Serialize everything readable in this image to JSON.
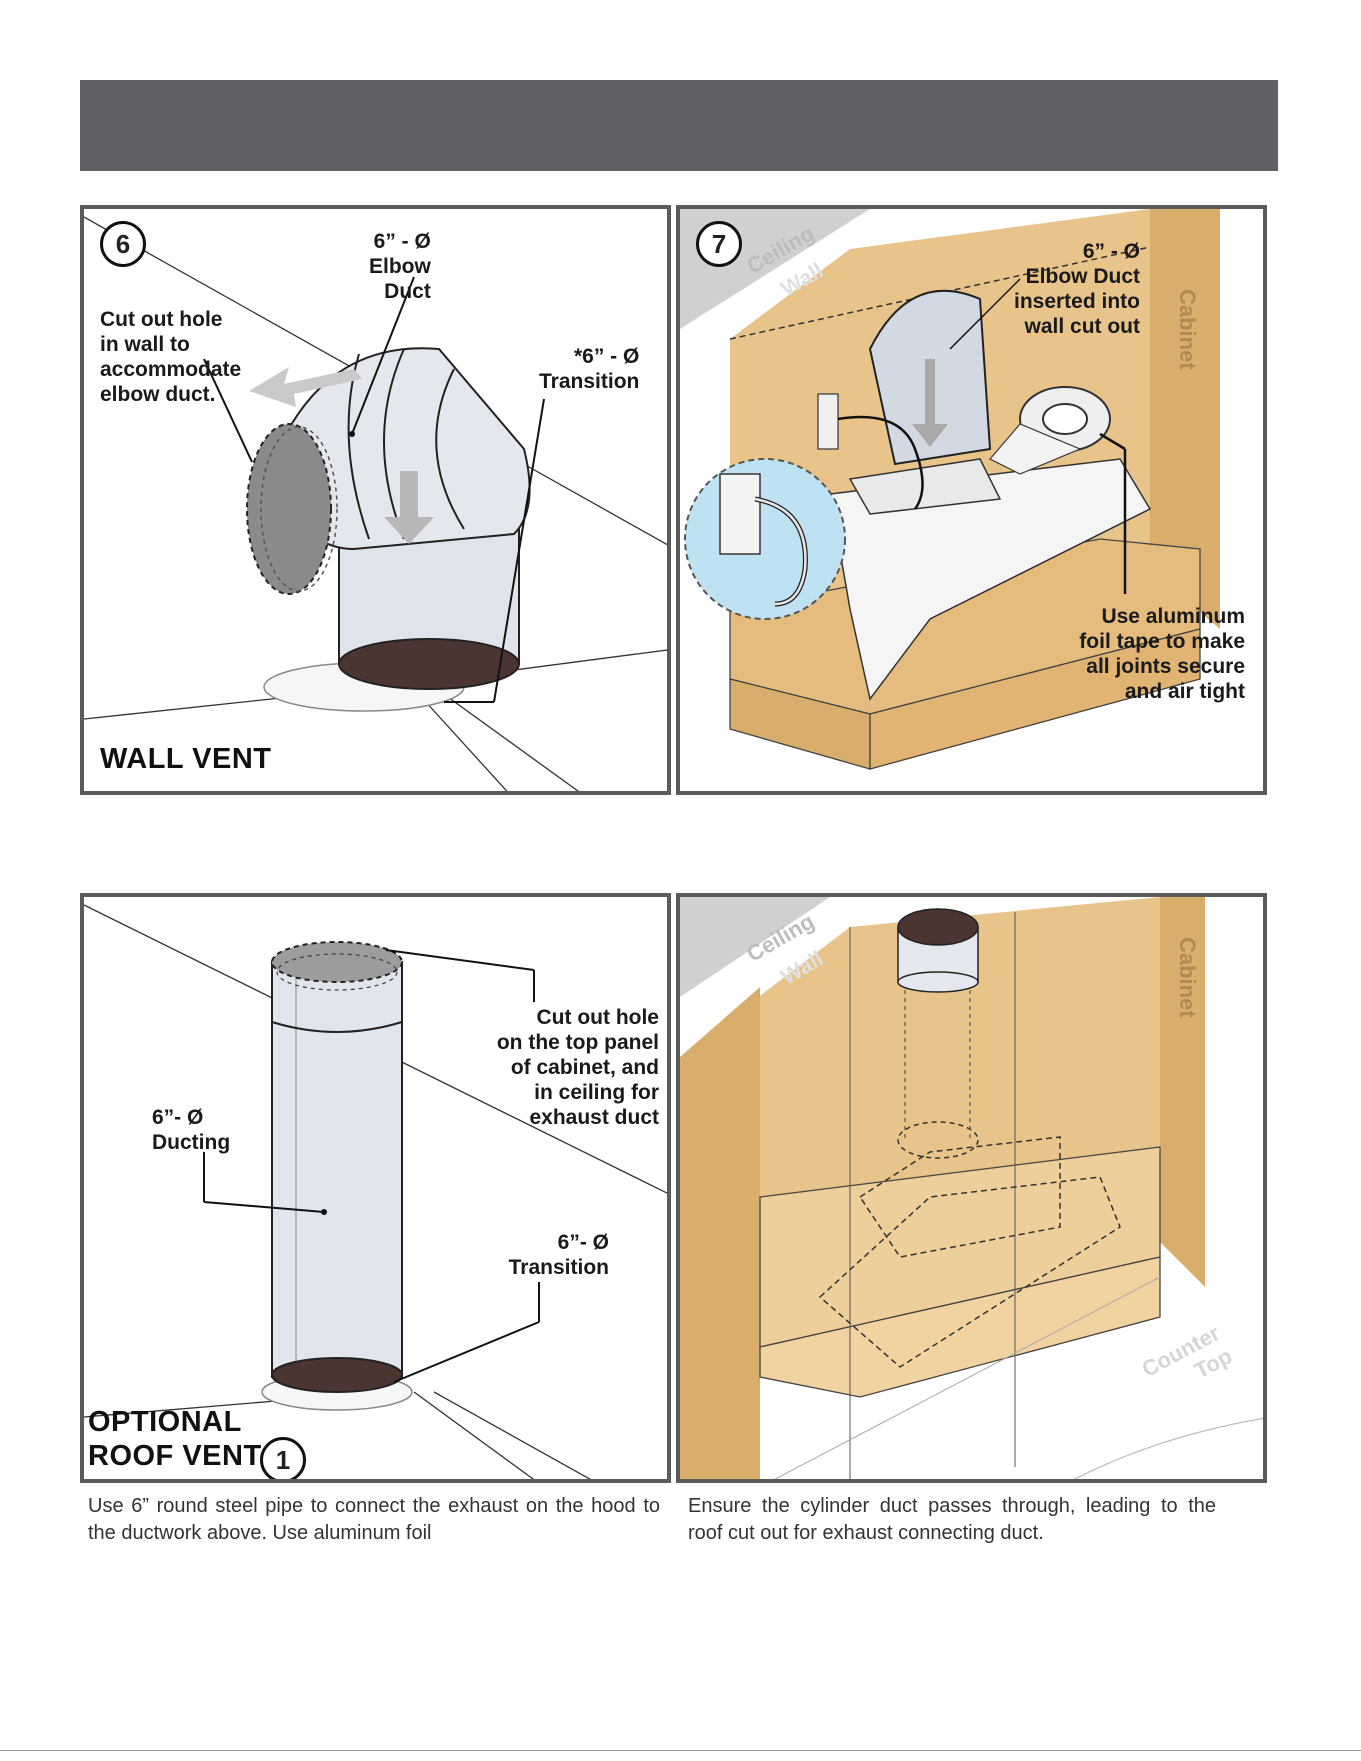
{
  "header": {
    "color": "#5e6064"
  },
  "panel_6": {
    "step": "6",
    "elbow_label": "6” - Ø\nElbow\nDuct",
    "cutout_label": "Cut out hole\nin wall to\naccommodate\nelbow duct.",
    "transition_label": "*6” - Ø\nTransition",
    "title": "WALL VENT"
  },
  "panel_7": {
    "step": "7",
    "ceiling": "Ceiling",
    "wall": "Wall",
    "cabinet": "Cabinet",
    "elbow_label": "6” - Ø\nElbow Duct\ninserted into\nwall cut out",
    "tape_label": "Use aluminum\nfoil tape to make\nall joints secure\nand air tight"
  },
  "panel_roof": {
    "cutout_label": "Cut out hole\non the top panel\nof cabinet, and\nin ceiling for\nexhaust duct",
    "ducting_label": "6”- Ø\nDucting",
    "transition_label": "6”- Ø\nTransition",
    "title_line1": "OPTIONAL",
    "title_line2": "ROOF VENT",
    "step": "1"
  },
  "panel_roof_2": {
    "ceiling": "Ceiling",
    "wall": "Wall",
    "cabinet": "Cabinet",
    "counter": "Counter\nTop"
  },
  "captions": {
    "left": "Use 6” round steel pipe to connect the exhaust on the hood to the ductwork above. Use aluminum foil",
    "right": "Ensure the cylinder duct passes through, leading to the roof cut out for exhaust connecting duct."
  },
  "colors": {
    "cabinet_wood": "#e8c48a",
    "duct": "#dfe4ec",
    "duct_dark": "#4a3530",
    "bubble": "#bfe2f2",
    "border": "#5b5b5b"
  }
}
